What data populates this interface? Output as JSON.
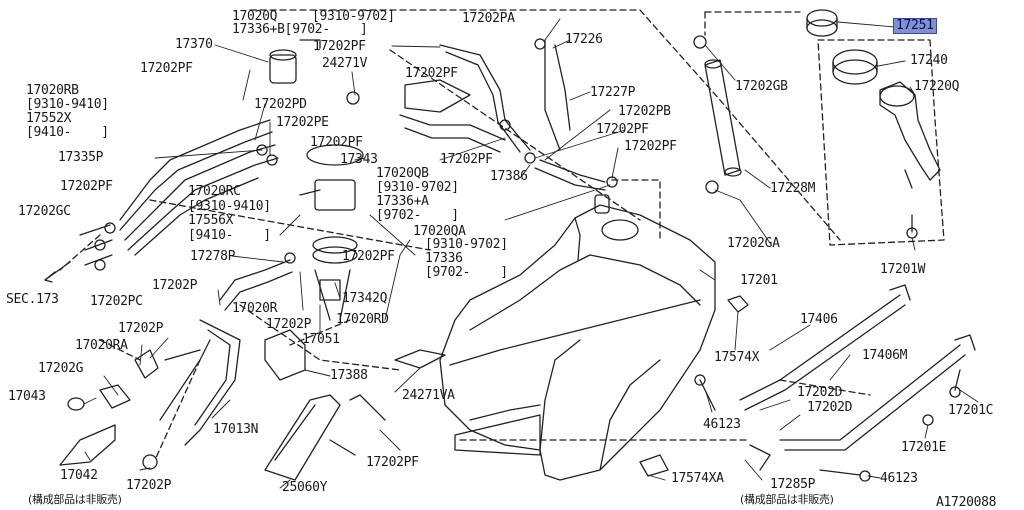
{
  "labels": {
    "p17251": "17251",
    "p17240": "17240",
    "p17220Q": "17220Q",
    "p17202GB": "17202GB",
    "p17228M": "17228M",
    "p17202GA": "17202GA",
    "p17201W": "17201W",
    "p17202PA": "17202PA",
    "p17226": "17226",
    "p17227P": "17227P",
    "p17202PB": "17202PB",
    "p17202PF_r1": "17202PF",
    "p17202PF_r2": "17202PF",
    "p17020Q": "17020Q",
    "p9310_9702_a": "[9310-9702]",
    "p17336B": "17336+B[9702-    ]",
    "p17370": "17370",
    "p17202PF_top": "17202PF",
    "p24271V": "24271V",
    "p17202PF_t2": "17202PF",
    "p17202PF_left": "17202PF",
    "p17202PD": "17202PD",
    "p17202PE": "17202PE",
    "p17020RB": "17020RB",
    "p9310_9410_a": "[9310-9410]",
    "p17552X": "17552X",
    "p9410_a": "[9410-    ]",
    "p17335P": "17335P",
    "p17202PF_m": "17202PF",
    "p17343": "17343",
    "p17202PF_m2": "17202PF",
    "p17386": "17386",
    "p17020QB": "17020QB",
    "p9310_9702_b": "[9310-9702]",
    "p17336A": "17336+A",
    "p9702_a": "[9702-    ]",
    "p17202PF_l2": "17202PF",
    "p17020RC": "17020RC",
    "p9310_9410_b": "[9310-9410]",
    "p17556X": "17556X",
    "p9410_b": "[9410-    ]",
    "p17202GC": "17202GC",
    "p17020QA": "17020QA",
    "p9310_9702_c": "[9310-9702]",
    "p17336": "17336",
    "p9702_b": "[9702-    ]",
    "p17278P": "17278P",
    "p17202PF_c": "17202PF",
    "pSEC173": "SEC.173",
    "p17202PC": "17202PC",
    "p17201": "17201",
    "p17202P_a": "17202P",
    "p17020R": "17020R",
    "p17342Q": "17342Q",
    "p17202P_b": "17202P",
    "p17020RD": "17020RD",
    "p17051": "17051",
    "p17202P_c": "17202P",
    "p17020RA": "17020RA",
    "p17406": "17406",
    "p17574X": "17574X",
    "p17406M": "17406M",
    "p17202G": "17202G",
    "p17388": "17388",
    "p17043": "17043",
    "p24271VA": "24271VA",
    "p17202D_a": "17202D",
    "p17202D_b": "17202D",
    "p17201C": "17201C",
    "p17013N": "17013N",
    "p46123_a": "46123",
    "p17201E": "17201E",
    "p17202PF_b": "17202PF",
    "p46123_b": "46123",
    "p17042": "17042",
    "p17202P_d": "17202P",
    "p17574XA": "17574XA",
    "p17285P": "17285P",
    "p25060Y": "25060Y",
    "note_left": "(構成部品は非販売)",
    "note_right": "(構成部品は非販売)",
    "drawing_no": "A1720088"
  },
  "highlight_part": "17251",
  "highlight_color": "#7f8fd8"
}
